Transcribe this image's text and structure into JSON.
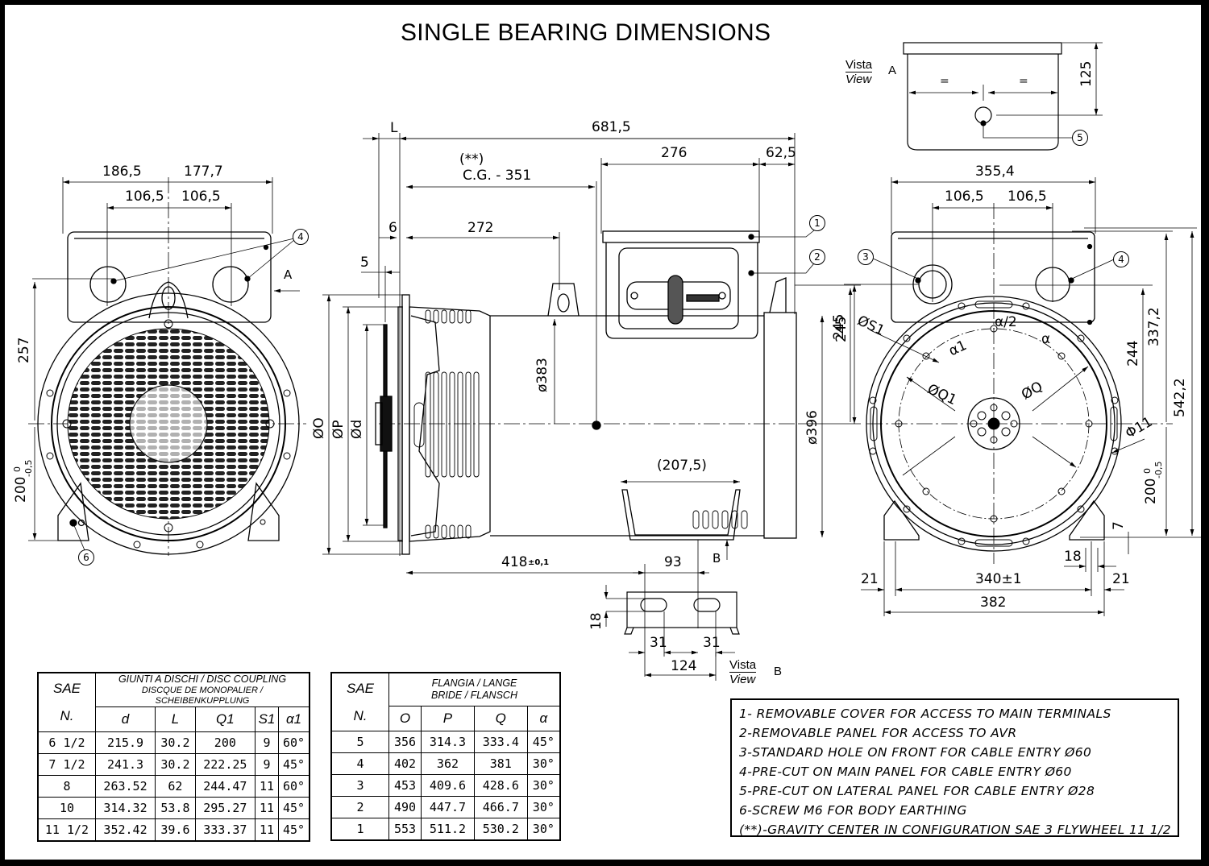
{
  "title": "SINGLE BEARING DIMENSIONS",
  "views": {
    "front_view": {
      "dims": {
        "overall_left": "186,5",
        "overall_right": "177,7",
        "hole_left": "106,5",
        "hole_right": "106,5",
        "height_upper": "257",
        "height_lower": "200",
        "tol_upper": "0",
        "tol_lower": "-0,5",
        "arrow_label": "A"
      },
      "callouts": [
        "4",
        "6"
      ]
    },
    "side_view": {
      "dims": {
        "L": "L",
        "overall_length": "681,5",
        "cg_marker": "(**)",
        "cg": "C.G. -  351",
        "box_width": "276",
        "box_end": "62,5",
        "six": "6",
        "d272": "272",
        "five": "5",
        "phi_O": "ØO",
        "phi_P": "ØP",
        "phi_d": "Ød",
        "phi_383": "ø383",
        "phi_396": "ø396",
        "h245": "245",
        "foot_span": "(207,5)",
        "d418": "418",
        "tol418": "±0,1",
        "d93": "93",
        "view_arrow": "B"
      },
      "callouts": [
        "1",
        "2"
      ]
    },
    "view_a": {
      "vista": "Vista",
      "view": "View",
      "letter": "A",
      "dims": {
        "eq_left": "=",
        "eq_right": "=",
        "height": "125"
      },
      "callouts": [
        "5"
      ]
    },
    "view_b": {
      "vista": "Vista",
      "view": "View",
      "letter": "B",
      "dims": {
        "slot_h": "18",
        "slot_w1": "31",
        "slot_w2": "31",
        "span": "124"
      }
    },
    "end_view": {
      "dims": {
        "overall_width": "355,4",
        "hole_left": "106,5",
        "hole_right": "106,5",
        "h245": "245",
        "h244": "244",
        "h337": "337,2",
        "h542": "542,2",
        "h200": "200",
        "tol_upper": "0",
        "tol_lower": "-0,5",
        "phi11": "Φ11",
        "h7": "7",
        "w18": "18",
        "w21_left": "21",
        "w21_right": "21",
        "span340": "340±1",
        "w382": "382",
        "phiS1": "ØS1",
        "alpha1": "α1",
        "alpha_half": "α/2",
        "alpha": "α",
        "phiQ1": "ØQ1",
        "phiQ": "ØQ"
      },
      "callouts": [
        "3",
        "4"
      ]
    }
  },
  "disc_table": {
    "sae_header": "SAE",
    "n_header": "N.",
    "group_line1": "GIUNTI A DISCHI / DISC COUPLING",
    "group_line2": "DISCQUE DE MONOPALIER / SCHEIBENKUPPLUNG",
    "columns": [
      "d",
      "L",
      "Q1",
      "S1",
      "α1"
    ],
    "rows": [
      [
        "6  1/2",
        "215.9",
        "30.2",
        "200",
        "9",
        "60°"
      ],
      [
        "7  1/2",
        "241.3",
        "30.2",
        "222.25",
        "9",
        "45°"
      ],
      [
        "8",
        "263.52",
        "62",
        "244.47",
        "11",
        "60°"
      ],
      [
        "10",
        "314.32",
        "53.8",
        "295.27",
        "11",
        "45°"
      ],
      [
        "11  1/2",
        "352.42",
        "39.6",
        "333.37",
        "11",
        "45°"
      ]
    ]
  },
  "flange_table": {
    "sae_header": "SAE",
    "n_header": "N.",
    "group_line1": "FLANGIA / LANGE",
    "group_line2": "BRIDE / FLANSCH",
    "columns": [
      "O",
      "P",
      "Q",
      "α"
    ],
    "rows": [
      [
        "5",
        "356",
        "314.3",
        "333.4",
        "45°"
      ],
      [
        "4",
        "402",
        "362",
        "381",
        "30°"
      ],
      [
        "3",
        "453",
        "409.6",
        "428.6",
        "30°"
      ],
      [
        "2",
        "490",
        "447.7",
        "466.7",
        "30°"
      ],
      [
        "1",
        "553",
        "511.2",
        "530.2",
        "30°"
      ]
    ]
  },
  "legend": [
    "1- REMOVABLE COVER  FOR ACCESS TO MAIN TERMINALS",
    "2-REMOVABLE PANEL FOR ACCESS TO AVR",
    "3-STANDARD HOLE ON FRONT FOR CABLE ENTRY Ø60",
    "4-PRE-CUT ON MAIN PANEL FOR CABLE ENTRY Ø60",
    "5-PRE-CUT ON LATERAL PANEL FOR CABLE ENTRY Ø28",
    "6-SCREW M6 FOR BODY EARTHING",
    "(**)-GRAVITY CENTER IN CONFIGURATION SAE 3 FLYWHEEL 11 1/2"
  ]
}
